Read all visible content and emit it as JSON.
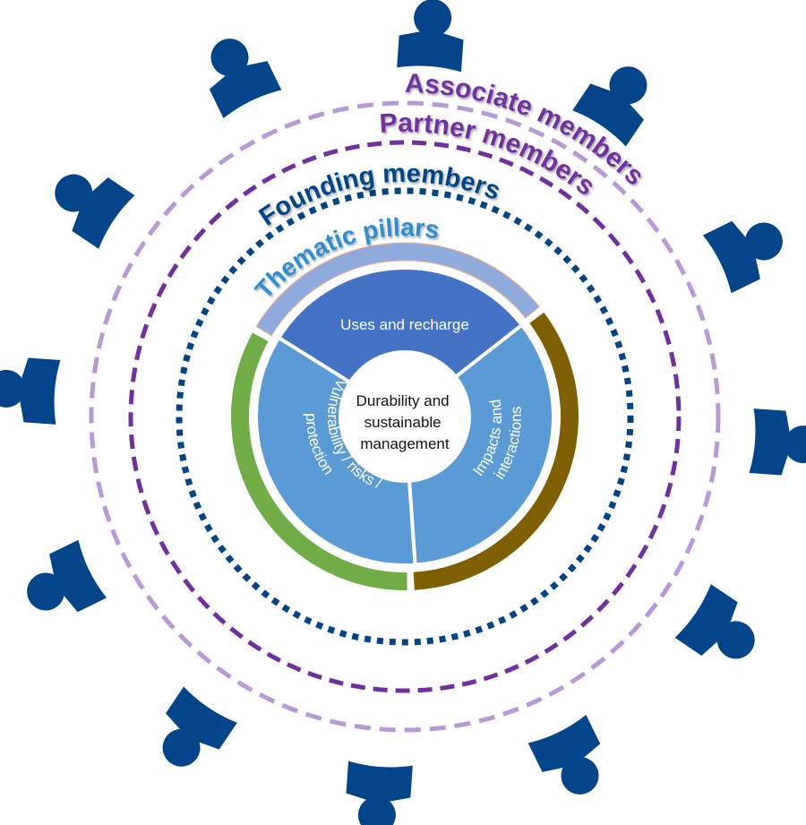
{
  "diagram": {
    "rings": [
      {
        "id": "associate",
        "label": "Associate members",
        "color": "#b59ad6",
        "style": "dashed"
      },
      {
        "id": "partner",
        "label": "Partner members",
        "color": "#7030a0",
        "style": "dashed"
      },
      {
        "id": "founding",
        "label": "Founding members",
        "color": "#034486",
        "style": "dotted"
      },
      {
        "id": "pillars",
        "label": "Thematic pillars",
        "color": "#2e8ecf",
        "style": "solid"
      }
    ],
    "labels": {
      "associate": "Associate members",
      "partner": "Partner members",
      "founding": "Founding members",
      "pillars": "Thematic pillars"
    },
    "segments": [
      {
        "id": "uses",
        "label": "Uses and recharge",
        "color": "#4472c4",
        "ring_color": "#8faadc"
      },
      {
        "id": "impacts",
        "label_lines": [
          "Impacts and",
          "interactions"
        ],
        "color": "#5b9bd5",
        "ring_color": "#7f6000"
      },
      {
        "id": "vulnerability",
        "label_lines": [
          "Vulnerability / risks /",
          "protection"
        ],
        "color": "#5b9bd5",
        "ring_color": "#70ad47"
      }
    ],
    "segment_text": {
      "uses": "Uses and recharge",
      "impacts_1": "Impacts and",
      "impacts_2": "interactions",
      "vuln_1": "Vulnerability / risks /",
      "vuln_2": "protection"
    },
    "center": {
      "lines": [
        "Durability and",
        "sustainable",
        "management"
      ]
    },
    "member_icons": {
      "count": 12,
      "icon": "person-icon",
      "color": "#03458a"
    }
  }
}
